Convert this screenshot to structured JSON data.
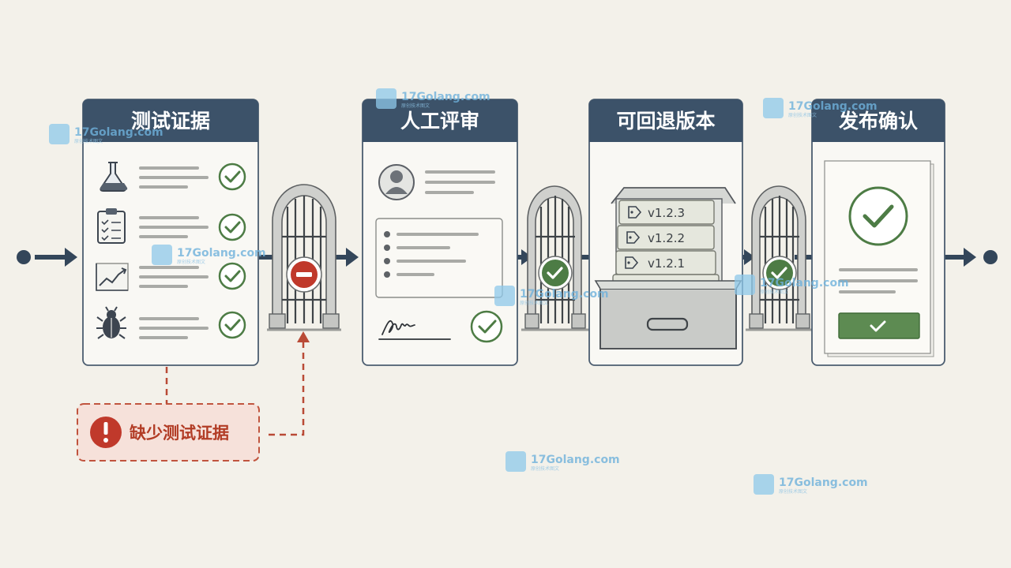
{
  "stages": [
    {
      "title": "测试证据"
    },
    {
      "title": "人工评审"
    },
    {
      "title": "可回退版本"
    },
    {
      "title": "发布确认"
    }
  ],
  "versions": [
    "v1.2.3",
    "v1.2.2",
    "v1.2.1",
    "..."
  ],
  "alert": {
    "label": "缺少测试证据",
    "icon": "exclamation-icon"
  },
  "gates": [
    {
      "status": "blocked",
      "icon": "minus-circle-icon"
    },
    {
      "status": "passed",
      "icon": "check-circle-icon"
    },
    {
      "status": "passed",
      "icon": "check-circle-icon"
    }
  ],
  "evidence_icons": [
    "flask-icon",
    "checklist-icon",
    "chart-icon",
    "bug-icon"
  ],
  "watermark": {
    "site": "17Golang.com",
    "tagline": "原创技术图文"
  },
  "colors": {
    "header": "#3c5269",
    "check": "#4d7c45",
    "blocked": "#c0392b",
    "alert": "#c0543e",
    "arrow": "#33465a"
  }
}
